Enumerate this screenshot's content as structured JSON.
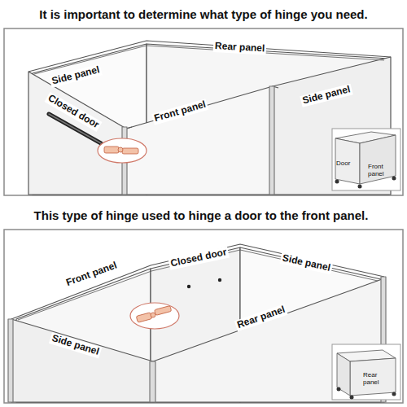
{
  "diagram": {
    "title": "It is important to determine what type of hinge you need.",
    "labels": [
      "Side panel",
      "Rear panel",
      "Closed door",
      "Front panel",
      "Side panel",
      "Door",
      "Front panel",
      "This type of hinge used to hinge a door to the front panel.",
      "Closed door",
      "Side panel",
      "Front panel",
      "Side panel",
      "Rear panel",
      "Rear panel"
    ]
  }
}
